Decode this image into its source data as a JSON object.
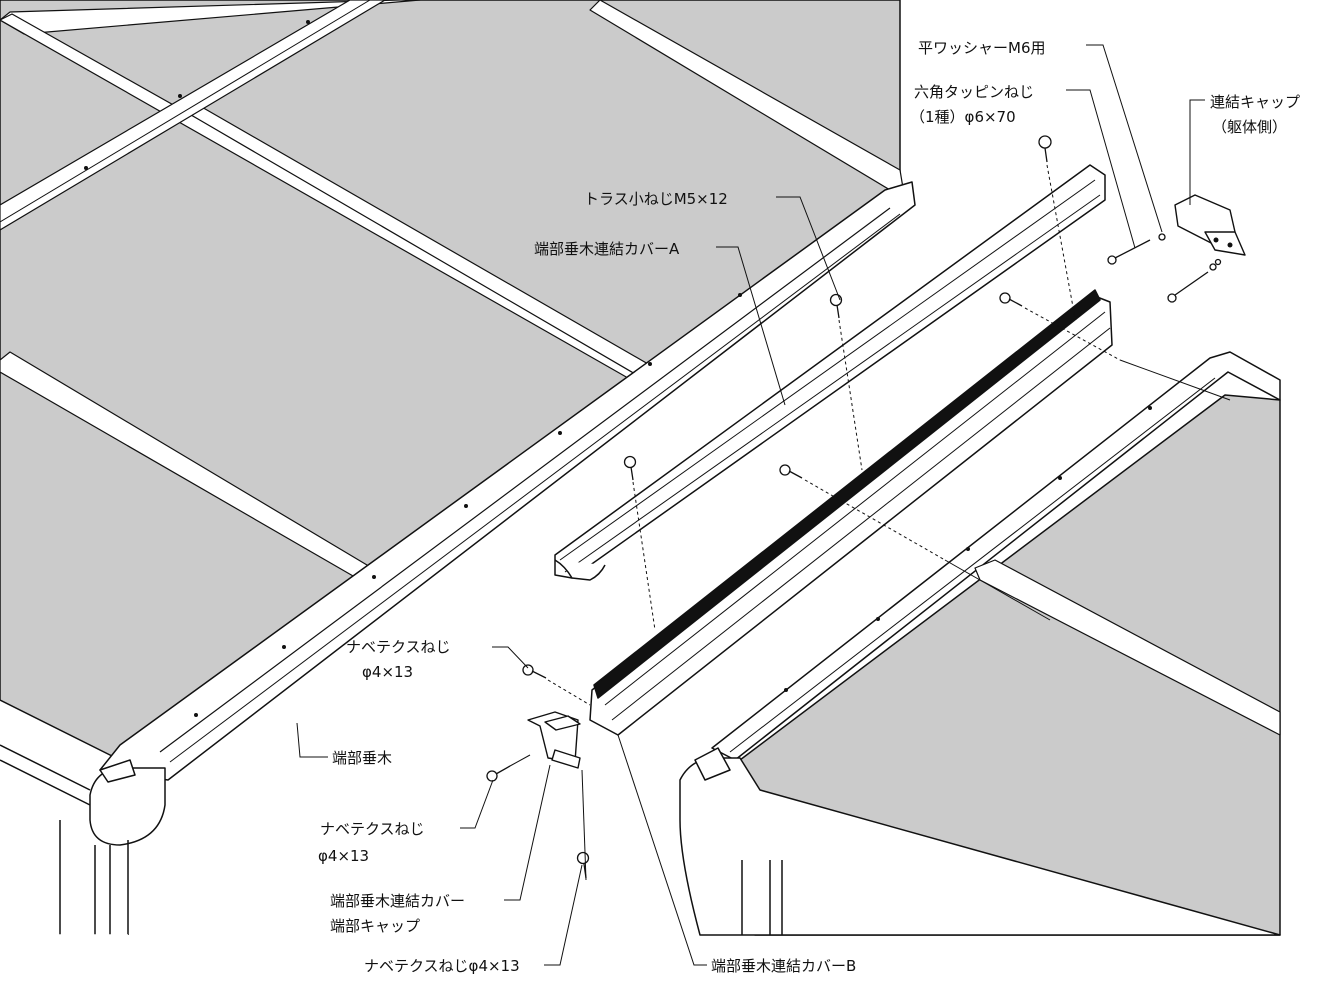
{
  "colors": {
    "panel": "#cbcbcb",
    "panel_dark": "#b9b9b9",
    "line": "#111111",
    "frame": "#ffffff",
    "rubber": "#111111"
  },
  "labels": {
    "washer": "平ワッシャーM6用",
    "tapping_screw_1": "六角タッピンねじ",
    "tapping_screw_2": "（1種）φ6×70",
    "cap_1": "連結キャップ",
    "cap_2": "（躯体側）",
    "truss_screw": "トラス小ねじM5×12",
    "cover_a": "端部垂木連結カバーA",
    "pan_screw_top_1": "ナベテクスねじ",
    "pan_screw_top_2": "φ4×13",
    "rafter": "端部垂木",
    "pan_screw_mid_1": "ナベテクスねじ",
    "pan_screw_mid_2": "φ4×13",
    "end_cap_1": "端部垂木連結カバー",
    "end_cap_2": "端部キャップ",
    "pan_screw_bottom": "ナベテクスねじφ4×13",
    "cover_b": "端部垂木連結カバーB"
  }
}
